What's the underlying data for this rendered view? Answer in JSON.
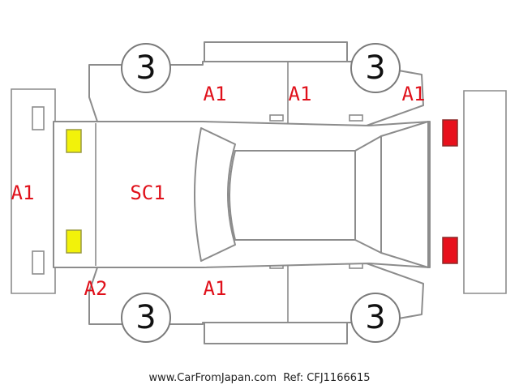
{
  "colors": {
    "damage_text": "#e0101a",
    "front_lamp": "#f2f20a",
    "rear_lamp": "#e8101c",
    "outline": "#8c8c8c"
  },
  "wheel_codes": {
    "front_left": "3",
    "rear_left": "3",
    "front_right": "3",
    "rear_right": "3"
  },
  "damage_codes": {
    "rear_door_top": "A1",
    "front_door_top": "A1",
    "front_fender_top": "A1",
    "rear_bumper": "A1",
    "roof_trunk": "SC1",
    "rear_quarter_bottom": "A2",
    "rear_door_bottom": "A1"
  },
  "footer": {
    "site": "www.CarFromJapan.com",
    "ref": "Ref: CFJ1166615"
  }
}
